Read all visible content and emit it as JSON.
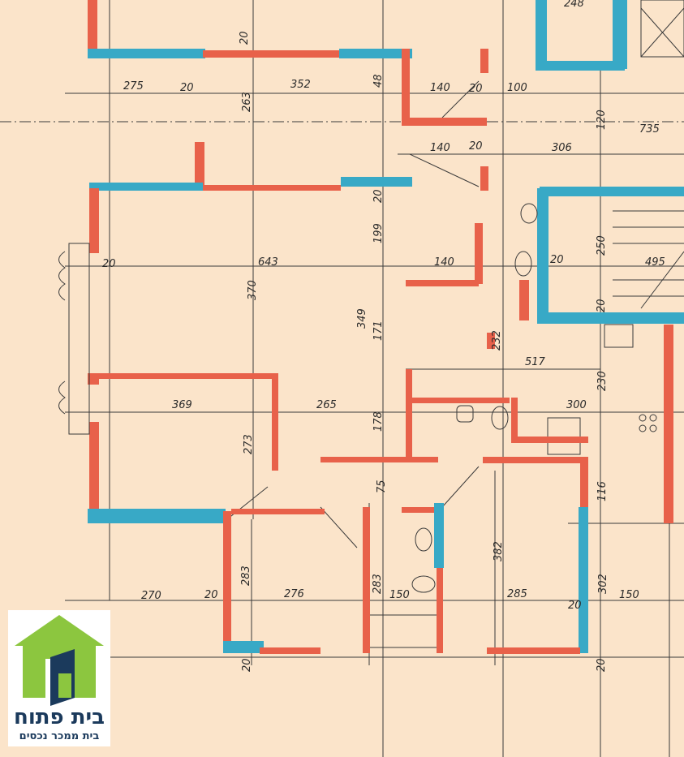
{
  "plan": {
    "dimensions": [
      "275",
      "20",
      "352",
      "140",
      "20",
      "100",
      "735",
      "306",
      "140",
      "20",
      "643",
      "20",
      "140",
      "20",
      "495",
      "250",
      "369",
      "265",
      "300",
      "517",
      "270",
      "20",
      "276",
      "150",
      "285",
      "150",
      "248",
      "370",
      "349",
      "199",
      "171",
      "178",
      "263",
      "273",
      "283",
      "283",
      "382",
      "302",
      "116",
      "230",
      "232",
      "75",
      "20",
      "48",
      "20",
      "120",
      "20",
      "20",
      "20",
      "20"
    ],
    "colors": {
      "background": "#fbe4ca",
      "new_wall": "#e8614a",
      "existing_wall": "#38a9c6",
      "ink": "#2a2a2a"
    }
  },
  "logo": {
    "name": "בית פתוח",
    "tagline": "בית ממכר נכסים",
    "colors": {
      "house": "#8cc63f",
      "door": "#1b3a5c"
    }
  }
}
